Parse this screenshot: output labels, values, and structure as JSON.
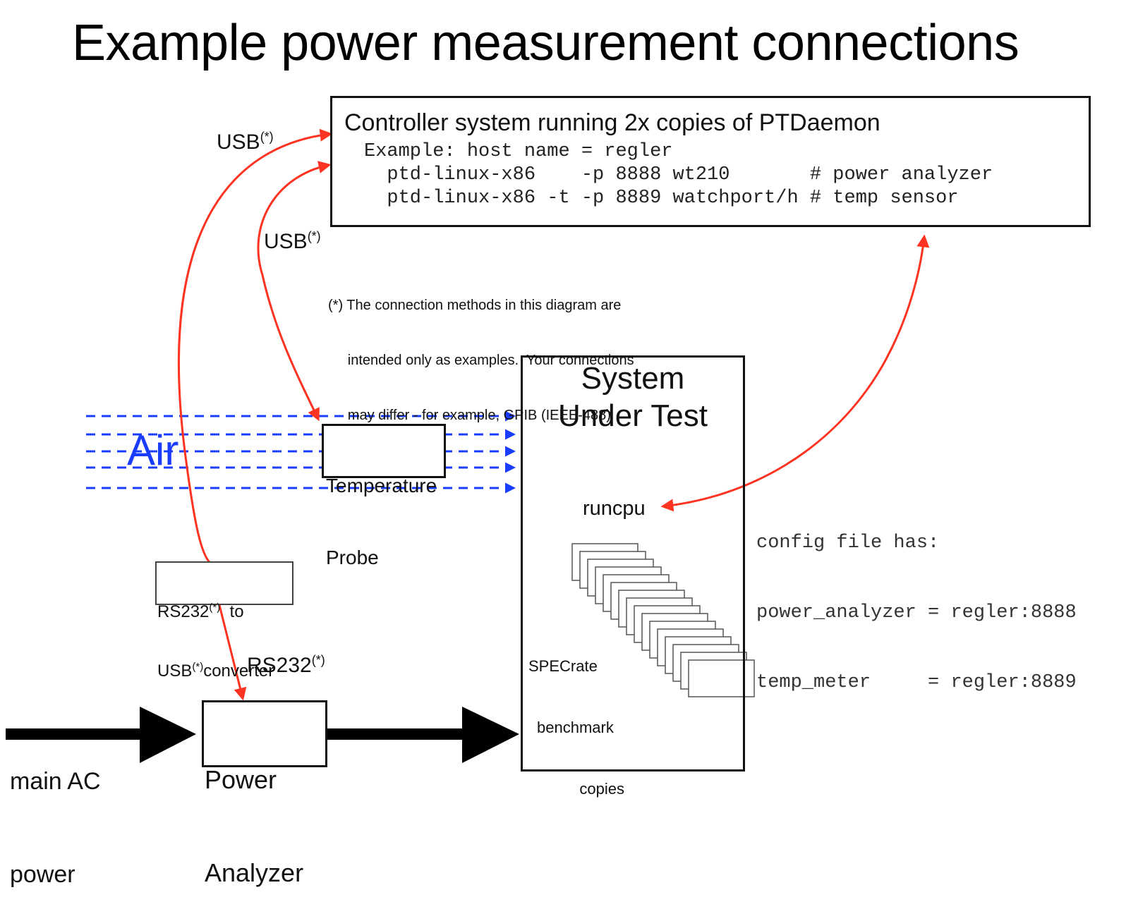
{
  "title": "Example power measurement connections",
  "colors": {
    "connection_line": "#ff3322",
    "airflow": "#1a3cff",
    "box_border": "#111111",
    "text": "#111111"
  },
  "controller": {
    "title": "Controller system running 2x copies of PTDaemon",
    "lines": [
      "Example: host name = regler",
      "  ptd-linux-x86    -p 8888 wt210       # power analyzer",
      "  ptd-linux-x86 -t -p 8889 watchport/h # temp sensor"
    ]
  },
  "connections": {
    "usb_top": {
      "label": "USB",
      "note_mark": "(*)"
    },
    "usb_mid": {
      "label": "USB",
      "note_mark": "(*)"
    },
    "rs232": {
      "label": "RS232",
      "note_mark": "(*)"
    }
  },
  "footnote": {
    "lines": [
      "(*) The connection methods in this diagram are",
      "     intended only as examples.  Your connections",
      "     may differ - for example, GPIB (IEEE-488)"
    ]
  },
  "airflow": {
    "label": "Air",
    "stream_count": 5
  },
  "temperature_probe": {
    "lines": [
      "Temperature",
      "Probe"
    ]
  },
  "converter": {
    "line1_a": "RS232",
    "line1_mark": "(*)",
    "line1_b": "  to",
    "line2_a": "USB",
    "line2_mark": "(*)",
    "line2_b": "converter"
  },
  "power_analyzer": {
    "lines": [
      "Power",
      "Analyzer"
    ]
  },
  "main_power": {
    "lines": [
      "main AC",
      "power"
    ]
  },
  "system_under_test": {
    "title_lines": [
      "System",
      "Under Test"
    ],
    "runcpu": "runcpu",
    "benchmark_label": [
      "SPECrate",
      "benchmark",
      "copies"
    ],
    "benchmark_copy_count": 16
  },
  "config_file": {
    "lines": [
      "config file has:",
      "power_analyzer = regler:8888",
      "temp_meter     = regler:8889"
    ]
  }
}
